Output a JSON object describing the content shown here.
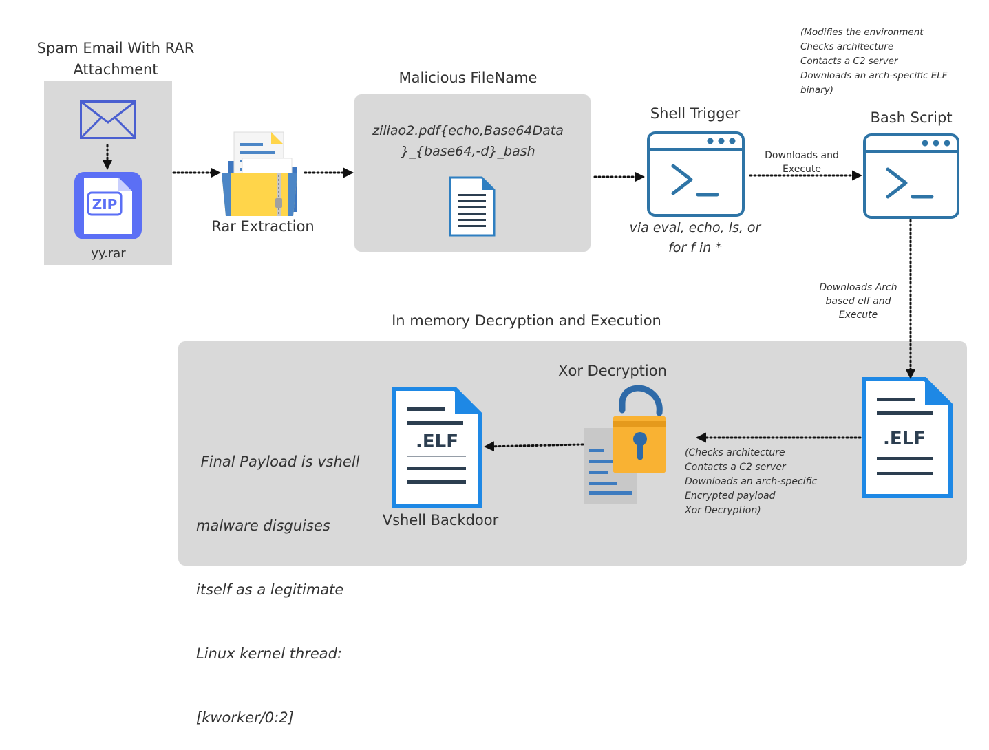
{
  "spam": {
    "title": "Spam Email With RAR Attachment",
    "file_label": "yy.rar",
    "zip_tag": "ZIP",
    "icons": [
      "envelope-icon",
      "zip-file-icon"
    ]
  },
  "extraction": {
    "label": "Rar Extraction",
    "icon": "folder-documents-icon"
  },
  "malicious": {
    "title": "Malicious FileName",
    "filename_line1": "ziliao2.pdf{echo,Base64Data",
    "filename_line2": "}_{base64,-d}_bash",
    "icon": "document-icon"
  },
  "shell": {
    "title": "Shell Trigger",
    "caption_line1": "via eval, echo, ls, or",
    "caption_line2": "for f in *",
    "icon": "terminal-icon"
  },
  "edge_download_execute": {
    "line1": "Downloads and",
    "line2": "Execute"
  },
  "bash": {
    "title": "Bash Script",
    "icon": "terminal-icon",
    "notes": [
      "(Modifies the environment",
      "Checks architecture",
      "Contacts a C2 server",
      "Downloads an arch-specific ELF",
      "binary)"
    ]
  },
  "edge_arch": {
    "line1": "Downloads  Arch",
    "line2": "based elf and",
    "line3": "Execute"
  },
  "memory": {
    "title": "In memory Decryption and Execution"
  },
  "elf_right": {
    "label": ".ELF",
    "icon": "elf-file-icon",
    "notes": [
      "(Checks architecture",
      "Contacts a C2 server",
      "Downloads an arch-specific",
      "Encrypted payload",
      "Xor Decryption)"
    ]
  },
  "xor": {
    "title": "Xor Decryption",
    "icon": "unlocked-padlock-icon"
  },
  "vshell": {
    "title": "Vshell Backdoor",
    "label": ".ELF",
    "icon": "elf-file-icon"
  },
  "final_payload": {
    "lines": [
      " Final Payload is vshell",
      "malware disguises",
      "itself as a legitimate",
      "Linux kernel thread:",
      "[kworker/0:2]"
    ]
  },
  "colors": {
    "box_gray": "#d9d9d9",
    "terminal_blue": "#2e74a6",
    "zip_blue": "#5b6ff5",
    "folder_yellow": "#ffd54a",
    "folder_blue": "#4c86c6",
    "lock_gold": "#f9b233",
    "elf_blue": "#1e88e5",
    "elf_dark": "#2c3e50"
  }
}
